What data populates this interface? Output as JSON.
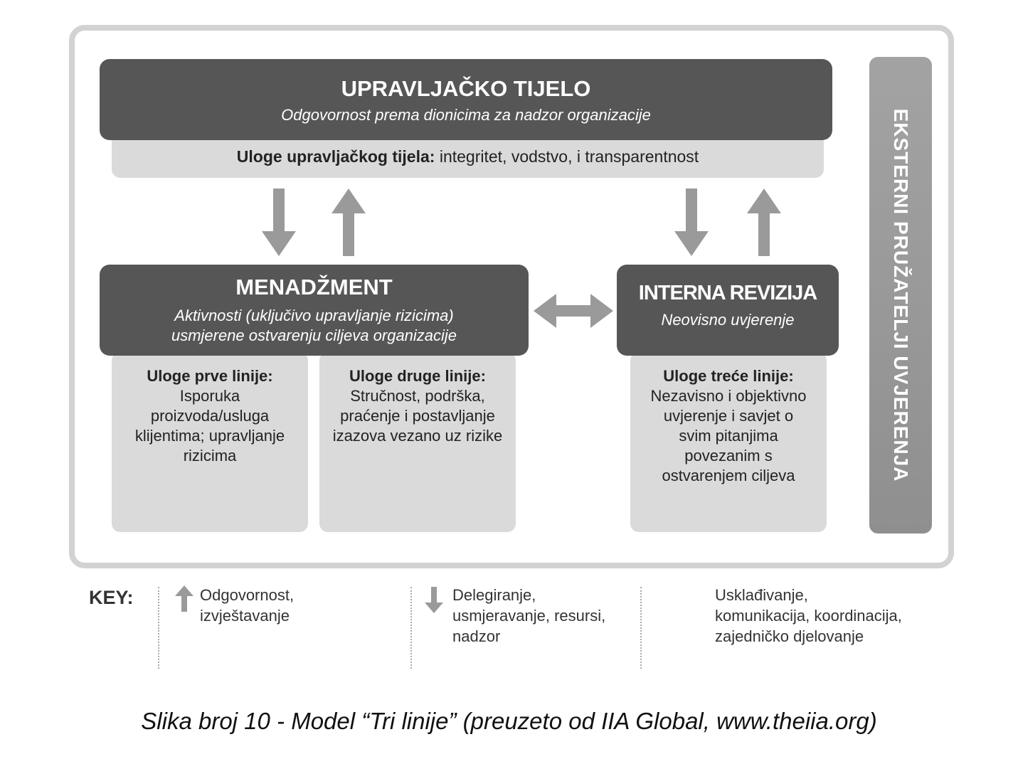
{
  "governing_body": {
    "title": "UPRAVLJAČKO  TIJELO",
    "subtitle": "Odgovornost prema dionicima za nadzor organizacije",
    "roles_label": "Uloge upravljačkog tijela:",
    "roles_text": " integritet, vodstvo, i transparentnost"
  },
  "management": {
    "title": "MENADŽMENT",
    "subtitle_line1": "Aktivnosti (uključivo upravljanje rizicima)",
    "subtitle_line2": "usmjerene ostvarenju ciljeva organizacije"
  },
  "first_line": {
    "label": "Uloge prve linije:",
    "text": "Isporuka proizvoda/usluga klijentima; upravljanje rizicima"
  },
  "second_line": {
    "label": "Uloge druge linije:",
    "text": "Stručnost,  podrška, praćenje i postavljanje izazova vezano uz rizike"
  },
  "internal_audit": {
    "title": "INTERNA REVIZIJA",
    "subtitle": "Neovisno uvjerenje"
  },
  "third_line": {
    "label": "Uloge treće linije:",
    "text": "Nezavisno i objektivno uvjerenje i savjet o svim pitanjima povezanim s ostvarenjem ciljeva"
  },
  "external": {
    "label": "EKSTERNI PRUŽATELJI UVJERENJA"
  },
  "key": {
    "title": "KEY:",
    "items": [
      {
        "icon": "arrow-up-icon",
        "text": "Odgovornost, izvještavanje"
      },
      {
        "icon": "arrow-down-icon",
        "text": "Delegiranje, usmjeravanje, resursi, nadzor"
      },
      {
        "icon": "none",
        "text": "Usklađivanje, komunikacija, koordinacija, zajedničko djelovanje"
      }
    ]
  },
  "caption": "Slika broj 10 - Model “Tri linije” (preuzeto od IIA Global, www.theiia.org)",
  "colors": {
    "dark": "#565656",
    "light": "#dadada",
    "arrow": "#9a9a9a",
    "frame": "#d2d2d2"
  }
}
